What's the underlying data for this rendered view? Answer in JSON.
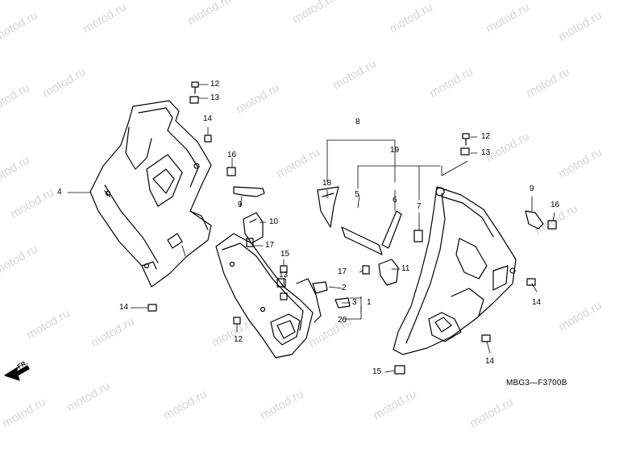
{
  "watermark": "motod.ru",
  "diagram_code": "MBG3—F3700B",
  "direction_label": "FR.",
  "callouts": [
    {
      "id": "c1",
      "num": "1"
    },
    {
      "id": "c2",
      "num": "2"
    },
    {
      "id": "c3",
      "num": "3"
    },
    {
      "id": "c4",
      "num": "4"
    },
    {
      "id": "c5",
      "num": "5"
    },
    {
      "id": "c6",
      "num": "6"
    },
    {
      "id": "c7",
      "num": "7"
    },
    {
      "id": "c8",
      "num": "8"
    },
    {
      "id": "c9a",
      "num": "9"
    },
    {
      "id": "c9b",
      "num": "9"
    },
    {
      "id": "c10",
      "num": "10"
    },
    {
      "id": "c11",
      "num": "11"
    },
    {
      "id": "c12a",
      "num": "12"
    },
    {
      "id": "c12b",
      "num": "12"
    },
    {
      "id": "c12c",
      "num": "12"
    },
    {
      "id": "c13a",
      "num": "13"
    },
    {
      "id": "c13b",
      "num": "13"
    },
    {
      "id": "c13c",
      "num": "13"
    },
    {
      "id": "c14a",
      "num": "14"
    },
    {
      "id": "c14b",
      "num": "14"
    },
    {
      "id": "c14c",
      "num": "14"
    },
    {
      "id": "c14d",
      "num": "14"
    },
    {
      "id": "c15a",
      "num": "15"
    },
    {
      "id": "c15b",
      "num": "15"
    },
    {
      "id": "c16a",
      "num": "16"
    },
    {
      "id": "c16b",
      "num": "16"
    },
    {
      "id": "c17a",
      "num": "17"
    },
    {
      "id": "c17b",
      "num": "17"
    },
    {
      "id": "c18",
      "num": "18"
    },
    {
      "id": "c19",
      "num": "19"
    },
    {
      "id": "c20",
      "num": "20"
    }
  ]
}
